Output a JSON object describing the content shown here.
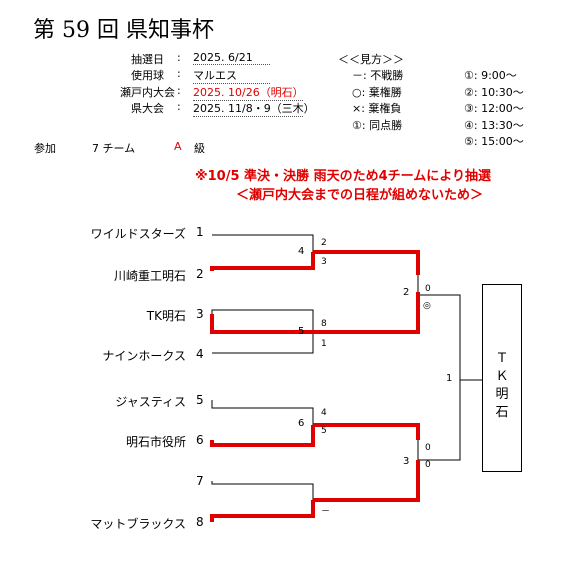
{
  "title": "第 59 回 県知事杯",
  "info": [
    {
      "label": "抽選日",
      "value": "2025. 6/21",
      "red": false
    },
    {
      "label": "使用球",
      "value": "マルエス",
      "red": false
    },
    {
      "label": "瀬戸内大会",
      "value": "2025. 10/26（明石）",
      "red": true
    },
    {
      "label": "県大会",
      "value": "2025. 11/8・9（三木）",
      "red": false
    }
  ],
  "info_sep": ":",
  "legend": {
    "title": "＜＜見方＞＞",
    "items": [
      "－: 不戦勝",
      "○: 棄権勝",
      "×: 棄権負",
      "①: 同点勝"
    ]
  },
  "schedule": [
    "①:  9:00～",
    "②: 10:30～",
    "③: 12:00～",
    "④: 13:30～",
    "⑤: 15:00～"
  ],
  "participation": {
    "label": "参加",
    "count": "7 チーム",
    "class": "A",
    "class_suffix": "級"
  },
  "notes": [
    "※10/5  準決・決勝  雨天のため4チームにより抽選",
    "＜瀬戸内大会までの日程が組めないため＞"
  ],
  "teams": [
    {
      "name": "ワイルドスターズ",
      "seed": "1"
    },
    {
      "name": "川崎重工明石",
      "seed": "2"
    },
    {
      "name": "TK明石",
      "seed": "3"
    },
    {
      "name": "ナインホークス",
      "seed": "4"
    },
    {
      "name": "ジャスティス",
      "seed": "5"
    },
    {
      "name": "明石市役所",
      "seed": "6"
    },
    {
      "name": "",
      "seed": "7"
    },
    {
      "name": "マットブラックス",
      "seed": "8"
    }
  ],
  "round1": [
    {
      "match": "4",
      "top_score": "2",
      "bottom_score": "3"
    },
    {
      "match": "5",
      "top_score": "8",
      "bottom_score": "1"
    },
    {
      "match": "6",
      "top_score": "4",
      "bottom_score": "5"
    },
    {
      "match": "",
      "top_score": "",
      "bottom_score": "－"
    }
  ],
  "semis": [
    {
      "match": "2",
      "top_score": "0",
      "bottom_score": "◎"
    },
    {
      "match": "3",
      "top_score": "0",
      "bottom_score": "0"
    }
  ],
  "final": {
    "match": "1"
  },
  "winner": [
    "Ｔ",
    "Ｋ",
    "明",
    "石"
  ],
  "colors": {
    "winner_line": "#e00000",
    "line": "#000000"
  }
}
